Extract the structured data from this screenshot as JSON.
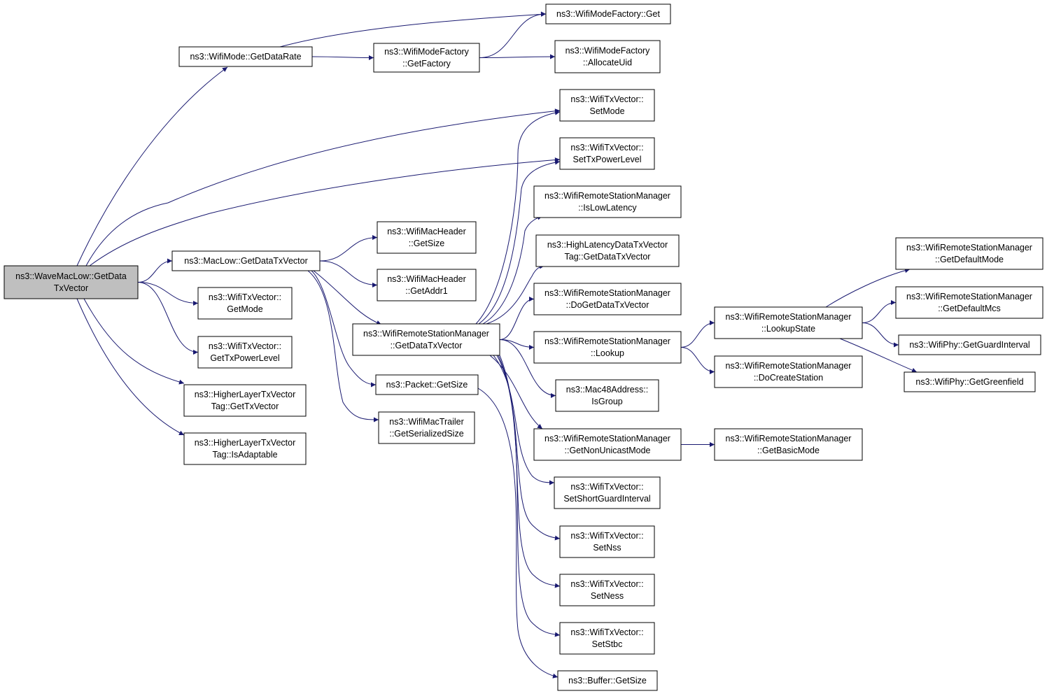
{
  "colors": {
    "edge": "#191970",
    "node_fill": "#ffffff",
    "root_fill": "#bfbfbf",
    "node_stroke": "#000000"
  },
  "nodes": [
    {
      "id": "root",
      "lines": [
        "ns3::WaveMacLow::GetData",
        "TxVector"
      ],
      "root": true
    },
    {
      "id": "getdatarate",
      "lines": [
        "ns3::WifiMode::GetDataRate"
      ]
    },
    {
      "id": "mfget",
      "lines": [
        "ns3::WifiModeFactory::Get"
      ]
    },
    {
      "id": "getfactory",
      "lines": [
        "ns3::WifiModeFactory",
        "::GetFactory"
      ]
    },
    {
      "id": "allocuid",
      "lines": [
        "ns3::WifiModeFactory",
        "::AllocateUid"
      ]
    },
    {
      "id": "setmode",
      "lines": [
        "ns3::WifiTxVector::",
        "SetMode"
      ]
    },
    {
      "id": "settxpower",
      "lines": [
        "ns3::WifiTxVector::",
        "SetTxPowerLevel"
      ]
    },
    {
      "id": "islowlat",
      "lines": [
        "ns3::WifiRemoteStationManager",
        "::IsLowLatency"
      ]
    },
    {
      "id": "hldtag",
      "lines": [
        "ns3::HighLatencyDataTxVector",
        "Tag::GetDataTxVector"
      ]
    },
    {
      "id": "dogetdata",
      "lines": [
        "ns3::WifiRemoteStationManager",
        "::DoGetDataTxVector"
      ]
    },
    {
      "id": "lookup",
      "lines": [
        "ns3::WifiRemoteStationManager",
        "::Lookup"
      ]
    },
    {
      "id": "maclowget",
      "lines": [
        "ns3::MacLow::GetDataTxVector"
      ]
    },
    {
      "id": "hdrsize",
      "lines": [
        "ns3::WifiMacHeader",
        "::GetSize"
      ]
    },
    {
      "id": "hdraddr1",
      "lines": [
        "ns3::WifiMacHeader",
        "::GetAddr1"
      ]
    },
    {
      "id": "wrsmget",
      "lines": [
        "ns3::WifiRemoteStationManager",
        "::GetDataTxVector"
      ]
    },
    {
      "id": "pktsize",
      "lines": [
        "ns3::Packet::GetSize"
      ]
    },
    {
      "id": "trailer",
      "lines": [
        "ns3::WifiMacTrailer",
        "::GetSerializedSize"
      ]
    },
    {
      "id": "getmode",
      "lines": [
        "ns3::WifiTxVector::",
        "GetMode"
      ]
    },
    {
      "id": "gettxpower",
      "lines": [
        "ns3::WifiTxVector::",
        "GetTxPowerLevel"
      ]
    },
    {
      "id": "hltget",
      "lines": [
        "ns3::HigherLayerTxVector",
        "Tag::GetTxVector"
      ]
    },
    {
      "id": "hltadapt",
      "lines": [
        "ns3::HigherLayerTxVector",
        "Tag::IsAdaptable"
      ]
    },
    {
      "id": "isgroup",
      "lines": [
        "ns3::Mac48Address::",
        "IsGroup"
      ]
    },
    {
      "id": "nonunicast",
      "lines": [
        "ns3::WifiRemoteStationManager",
        "::GetNonUnicastMode"
      ]
    },
    {
      "id": "setsgi",
      "lines": [
        "ns3::WifiTxVector::",
        "SetShortGuardInterval"
      ]
    },
    {
      "id": "setnss",
      "lines": [
        "ns3::WifiTxVector::",
        "SetNss"
      ]
    },
    {
      "id": "setness",
      "lines": [
        "ns3::WifiTxVector::",
        "SetNess"
      ]
    },
    {
      "id": "setstbc",
      "lines": [
        "ns3::WifiTxVector::",
        "SetStbc"
      ]
    },
    {
      "id": "bufsize",
      "lines": [
        "ns3::Buffer::GetSize"
      ]
    },
    {
      "id": "lookupstate",
      "lines": [
        "ns3::WifiRemoteStationManager",
        "::LookupState"
      ]
    },
    {
      "id": "docreate",
      "lines": [
        "ns3::WifiRemoteStationManager",
        "::DoCreateStation"
      ]
    },
    {
      "id": "basicmode",
      "lines": [
        "ns3::WifiRemoteStationManager",
        "::GetBasicMode"
      ]
    },
    {
      "id": "defmode",
      "lines": [
        "ns3::WifiRemoteStationManager",
        "::GetDefaultMode"
      ]
    },
    {
      "id": "defmcs",
      "lines": [
        "ns3::WifiRemoteStationManager",
        "::GetDefaultMcs"
      ]
    },
    {
      "id": "guardint",
      "lines": [
        "ns3::WifiPhy::GetGuardInterval"
      ]
    },
    {
      "id": "greenfield",
      "lines": [
        "ns3::WifiPhy::GetGreenfield"
      ]
    }
  ],
  "edges": [
    [
      "root",
      "getdatarate"
    ],
    [
      "root",
      "setmode"
    ],
    [
      "root",
      "settxpower"
    ],
    [
      "root",
      "maclowget"
    ],
    [
      "root",
      "getmode"
    ],
    [
      "root",
      "gettxpower"
    ],
    [
      "root",
      "hltget"
    ],
    [
      "root",
      "hltadapt"
    ],
    [
      "getdatarate",
      "mfget"
    ],
    [
      "getdatarate",
      "getfactory"
    ],
    [
      "getfactory",
      "mfget"
    ],
    [
      "getfactory",
      "allocuid"
    ],
    [
      "maclowget",
      "hdrsize"
    ],
    [
      "maclowget",
      "hdraddr1"
    ],
    [
      "maclowget",
      "wrsmget"
    ],
    [
      "maclowget",
      "pktsize"
    ],
    [
      "maclowget",
      "trailer"
    ],
    [
      "wrsmget",
      "setmode"
    ],
    [
      "wrsmget",
      "settxpower"
    ],
    [
      "wrsmget",
      "islowlat"
    ],
    [
      "wrsmget",
      "hldtag"
    ],
    [
      "wrsmget",
      "dogetdata"
    ],
    [
      "wrsmget",
      "lookup"
    ],
    [
      "wrsmget",
      "isgroup"
    ],
    [
      "wrsmget",
      "nonunicast"
    ],
    [
      "wrsmget",
      "setsgi"
    ],
    [
      "wrsmget",
      "setnss"
    ],
    [
      "wrsmget",
      "setness"
    ],
    [
      "wrsmget",
      "setstbc"
    ],
    [
      "pktsize",
      "bufsize"
    ],
    [
      "lookup",
      "lookupstate"
    ],
    [
      "lookup",
      "docreate"
    ],
    [
      "nonunicast",
      "basicmode"
    ],
    [
      "lookupstate",
      "defmode"
    ],
    [
      "lookupstate",
      "defmcs"
    ],
    [
      "lookupstate",
      "guardint"
    ],
    [
      "lookupstate",
      "greenfield"
    ]
  ]
}
